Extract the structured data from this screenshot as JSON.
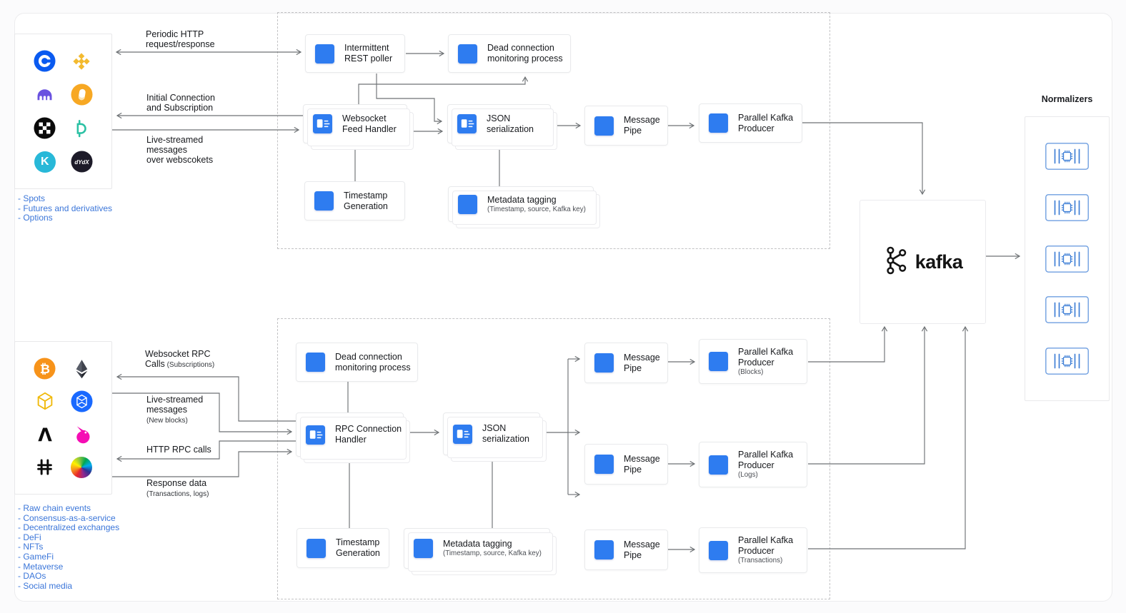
{
  "palette": {
    "accent_blue": "#2e7cf0",
    "link_blue": "#3b76d9",
    "line_gray": "#6e7275",
    "chip_blue": "#3f7fd6",
    "kafka_black": "#141414"
  },
  "panels": {
    "top": {
      "icons": [
        {
          "id": "coinbase"
        },
        {
          "id": "binance"
        },
        {
          "id": "kraken"
        },
        {
          "id": "orange-coin"
        },
        {
          "id": "okx"
        },
        {
          "id": "deribit"
        },
        {
          "id": "kucoin"
        },
        {
          "id": "dydx",
          "text": "dYdX"
        }
      ],
      "tags": [
        "- Spots",
        "- Futures and derivatives",
        "- Options"
      ]
    },
    "bottom": {
      "icons": [
        {
          "id": "bitcoin"
        },
        {
          "id": "ethereum"
        },
        {
          "id": "bnb-chain"
        },
        {
          "id": "fantom"
        },
        {
          "id": "algorand"
        },
        {
          "id": "uniswap"
        },
        {
          "id": "hedera"
        },
        {
          "id": "curve"
        }
      ],
      "tags": [
        "- Raw chain events",
        "- Consensus-as-a-service",
        "- Decentralized exchanges",
        "- DeFi",
        "- NFTs",
        "- GameFi",
        "- Metaverse",
        "- DAOs",
        "- Social media"
      ]
    }
  },
  "edges": {
    "periodic": {
      "lines": [
        {
          "text": "Periodic HTTP"
        },
        {
          "text": "request/response"
        }
      ]
    },
    "initial": {
      "lines": [
        {
          "text": "Initial Connection"
        },
        {
          "text": "and Subscription"
        }
      ]
    },
    "live_ws": {
      "lines": [
        {
          "text": "Live-streamed"
        },
        {
          "text": "messages"
        },
        {
          "text": "over webscokets"
        }
      ]
    },
    "ws_rpc": {
      "lines": [
        {
          "text": "Websocket RPC"
        },
        {
          "text": "Calls",
          "note": "(Subscriptions)"
        }
      ]
    },
    "live_blocks": {
      "lines": [
        {
          "text": "Live-streamed"
        },
        {
          "text": "messages"
        },
        {
          "note": "(New blocks)"
        }
      ]
    },
    "http_rpc": {
      "lines": [
        {
          "text": "HTTP RPC calls"
        }
      ]
    },
    "response": {
      "lines": [
        {
          "text": "Response data"
        },
        {
          "note": "(Transactions, logs)"
        }
      ]
    }
  },
  "nodes": {
    "rest_poller": {
      "label": "Intermittent\nREST poller"
    },
    "dead_top": {
      "label": "Dead connection\nmonitoring process"
    },
    "ws_handler": {
      "label": "Websocket\nFeed Handler"
    },
    "json_top": {
      "label": "JSON\nserialization"
    },
    "pipe_top": {
      "label": "Message\nPipe"
    },
    "producer_top": {
      "label": "Parallel Kafka\nProducer"
    },
    "ts_top": {
      "label": "Timestamp\nGeneration"
    },
    "meta_top": {
      "label": "Metadata tagging",
      "sub": "(Timestamp, source, Kafka key)"
    },
    "dead_bot": {
      "label": "Dead connection\nmonitoring process"
    },
    "rpc_handler": {
      "label": "RPC Connection\nHandler"
    },
    "json_bot": {
      "label": "JSON\nserialization"
    },
    "ts_bot": {
      "label": "Timestamp\nGeneration"
    },
    "meta_bot": {
      "label": "Metadata tagging",
      "sub": "(Timestamp, source, Kafka key)"
    },
    "pipe_1": {
      "label": "Message\nPipe"
    },
    "prod_blocks": {
      "label": "Parallel Kafka\nProducer",
      "sub": "(Blocks)"
    },
    "pipe_2": {
      "label": "Message\nPipe"
    },
    "prod_logs": {
      "label": "Parallel Kafka\nProducer",
      "sub": "(Logs)"
    },
    "pipe_3": {
      "label": "Message\nPipe"
    },
    "prod_tx": {
      "label": "Parallel Kafka\nProducer",
      "sub": "(Transactions)"
    }
  },
  "kafka": {
    "wordmark": "kafka"
  },
  "normalizers": {
    "title": "Normalizers",
    "units": 5
  }
}
